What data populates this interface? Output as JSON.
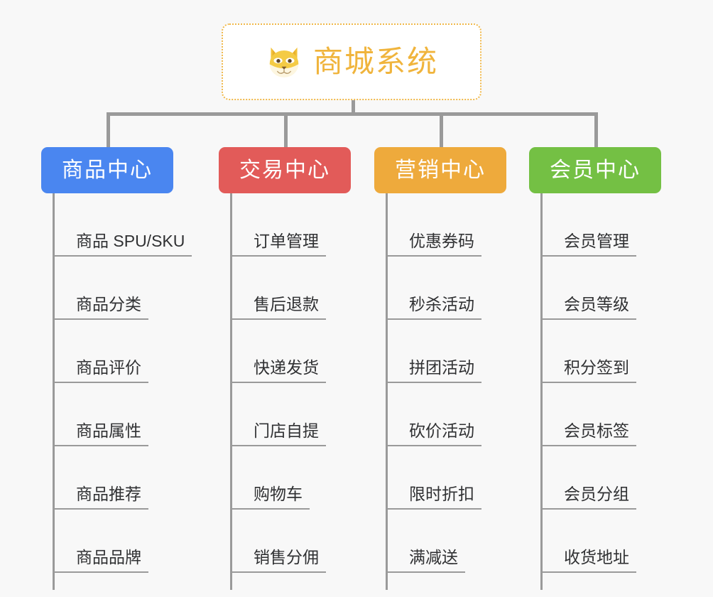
{
  "diagram": {
    "type": "org-chart",
    "background_color": "#f8f8f8",
    "root": {
      "title": "商城系统",
      "icon": "shiba-dog-face-emoji",
      "border_color": "#f0b849",
      "text_color": "#f0b43c",
      "background_color": "#ffffff"
    },
    "connector_color": "#9a9a9a",
    "columns": [
      {
        "id": "product-center",
        "label": "商品中心",
        "color": "#4a86f0",
        "items": [
          "商品 SPU/SKU",
          "商品分类",
          "商品评价",
          "商品属性",
          "商品推荐",
          "商品品牌"
        ]
      },
      {
        "id": "trade-center",
        "label": "交易中心",
        "color": "#e25b59",
        "items": [
          "订单管理",
          "售后退款",
          "快递发货",
          "门店自提",
          "购物车",
          "销售分佣"
        ]
      },
      {
        "id": "marketing-center",
        "label": "营销中心",
        "color": "#eeaa3c",
        "items": [
          "优惠券码",
          "秒杀活动",
          "拼团活动",
          "砍价活动",
          "限时折扣",
          "满减送"
        ]
      },
      {
        "id": "member-center",
        "label": "会员中心",
        "color": "#74c044",
        "items": [
          "会员管理",
          "会员等级",
          "积分签到",
          "会员标签",
          "会员分组",
          "收货地址"
        ]
      }
    ]
  }
}
